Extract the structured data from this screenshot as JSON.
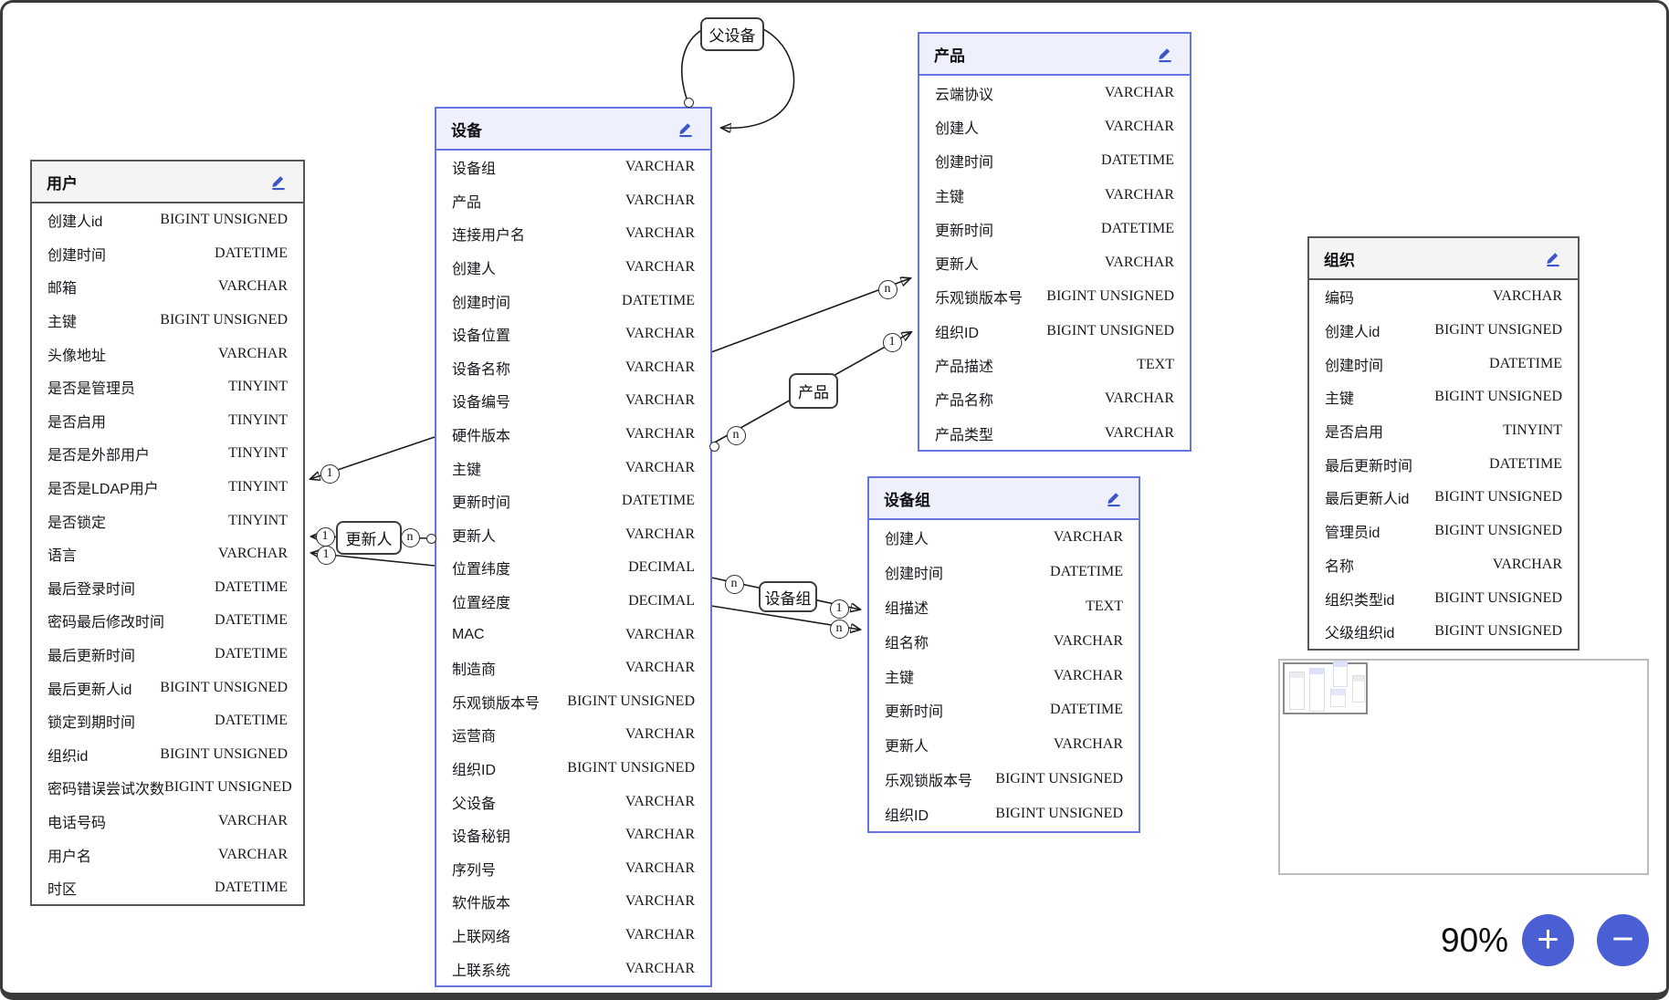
{
  "tables": [
    {
      "title": "用户",
      "fields": [
        {
          "name": "创建人id",
          "type": "BIGINT UNSIGNED"
        },
        {
          "name": "创建时间",
          "type": "DATETIME"
        },
        {
          "name": "邮箱",
          "type": "VARCHAR"
        },
        {
          "name": "主键",
          "type": "BIGINT UNSIGNED"
        },
        {
          "name": "头像地址",
          "type": "VARCHAR"
        },
        {
          "name": "是否是管理员",
          "type": "TINYINT"
        },
        {
          "name": "是否启用",
          "type": "TINYINT"
        },
        {
          "name": "是否是外部用户",
          "type": "TINYINT"
        },
        {
          "name": "是否是LDAP用户",
          "type": "TINYINT"
        },
        {
          "name": "是否锁定",
          "type": "TINYINT"
        },
        {
          "name": "语言",
          "type": "VARCHAR"
        },
        {
          "name": "最后登录时间",
          "type": "DATETIME"
        },
        {
          "name": "密码最后修改时间",
          "type": "DATETIME"
        },
        {
          "name": "最后更新时间",
          "type": "DATETIME"
        },
        {
          "name": "最后更新人id",
          "type": "BIGINT UNSIGNED"
        },
        {
          "name": "锁定到期时间",
          "type": "DATETIME"
        },
        {
          "name": "组织id",
          "type": "BIGINT UNSIGNED"
        },
        {
          "name": "密码错误尝试次数",
          "type": "BIGINT UNSIGNED"
        },
        {
          "name": "电话号码",
          "type": "VARCHAR"
        },
        {
          "name": "用户名",
          "type": "VARCHAR"
        },
        {
          "name": "时区",
          "type": "DATETIME"
        }
      ]
    },
    {
      "title": "设备",
      "fields": [
        {
          "name": "设备组",
          "type": "VARCHAR"
        },
        {
          "name": "产品",
          "type": "VARCHAR"
        },
        {
          "name": "连接用户名",
          "type": "VARCHAR"
        },
        {
          "name": "创建人",
          "type": "VARCHAR"
        },
        {
          "name": "创建时间",
          "type": "DATETIME"
        },
        {
          "name": "设备位置",
          "type": "VARCHAR"
        },
        {
          "name": "设备名称",
          "type": "VARCHAR"
        },
        {
          "name": "设备编号",
          "type": "VARCHAR"
        },
        {
          "name": "硬件版本",
          "type": "VARCHAR"
        },
        {
          "name": "主键",
          "type": "VARCHAR"
        },
        {
          "name": "更新时间",
          "type": "DATETIME"
        },
        {
          "name": "更新人",
          "type": "VARCHAR"
        },
        {
          "name": "位置纬度",
          "type": "DECIMAL"
        },
        {
          "name": "位置经度",
          "type": "DECIMAL"
        },
        {
          "name": "MAC",
          "type": "VARCHAR"
        },
        {
          "name": "制造商",
          "type": "VARCHAR"
        },
        {
          "name": "乐观锁版本号",
          "type": "BIGINT UNSIGNED"
        },
        {
          "name": "运营商",
          "type": "VARCHAR"
        },
        {
          "name": "组织ID",
          "type": "BIGINT UNSIGNED"
        },
        {
          "name": "父设备",
          "type": "VARCHAR"
        },
        {
          "name": "设备秘钥",
          "type": "VARCHAR"
        },
        {
          "name": "序列号",
          "type": "VARCHAR"
        },
        {
          "name": "软件版本",
          "type": "VARCHAR"
        },
        {
          "name": "上联网络",
          "type": "VARCHAR"
        },
        {
          "name": "上联系统",
          "type": "VARCHAR"
        }
      ]
    },
    {
      "title": "产品",
      "fields": [
        {
          "name": "云端协议",
          "type": "VARCHAR"
        },
        {
          "name": "创建人",
          "type": "VARCHAR"
        },
        {
          "name": "创建时间",
          "type": "DATETIME"
        },
        {
          "name": "主键",
          "type": "VARCHAR"
        },
        {
          "name": "更新时间",
          "type": "DATETIME"
        },
        {
          "name": "更新人",
          "type": "VARCHAR"
        },
        {
          "name": "乐观锁版本号",
          "type": "BIGINT UNSIGNED"
        },
        {
          "name": "组织ID",
          "type": "BIGINT UNSIGNED"
        },
        {
          "name": "产品描述",
          "type": "TEXT"
        },
        {
          "name": "产品名称",
          "type": "VARCHAR"
        },
        {
          "name": "产品类型",
          "type": "VARCHAR"
        }
      ]
    },
    {
      "title": "设备组",
      "fields": [
        {
          "name": "创建人",
          "type": "VARCHAR"
        },
        {
          "name": "创建时间",
          "type": "DATETIME"
        },
        {
          "name": "组描述",
          "type": "TEXT"
        },
        {
          "name": "组名称",
          "type": "VARCHAR"
        },
        {
          "name": "主键",
          "type": "VARCHAR"
        },
        {
          "name": "更新时间",
          "type": "DATETIME"
        },
        {
          "name": "更新人",
          "type": "VARCHAR"
        },
        {
          "name": "乐观锁版本号",
          "type": "BIGINT UNSIGNED"
        },
        {
          "name": "组织ID",
          "type": "BIGINT UNSIGNED"
        }
      ]
    },
    {
      "title": "组织",
      "fields": [
        {
          "name": "编码",
          "type": "VARCHAR"
        },
        {
          "name": "创建人id",
          "type": "BIGINT UNSIGNED"
        },
        {
          "name": "创建时间",
          "type": "DATETIME"
        },
        {
          "name": "主键",
          "type": "BIGINT UNSIGNED"
        },
        {
          "name": "是否启用",
          "type": "TINYINT"
        },
        {
          "name": "最后更新时间",
          "type": "DATETIME"
        },
        {
          "name": "最后更新人id",
          "type": "BIGINT UNSIGNED"
        },
        {
          "name": "管理员id",
          "type": "BIGINT UNSIGNED"
        },
        {
          "name": "名称",
          "type": "VARCHAR"
        },
        {
          "name": "组织类型id",
          "type": "BIGINT UNSIGNED"
        },
        {
          "name": "父级组织id",
          "type": "BIGINT UNSIGNED"
        }
      ]
    }
  ],
  "edge_labels": [
    {
      "text": "父设备"
    },
    {
      "text": "更新人"
    },
    {
      "text": "产品"
    },
    {
      "text": "设备组"
    }
  ],
  "connectors": [
    {
      "label": "1"
    },
    {
      "label": "1"
    },
    {
      "label": "1"
    },
    {
      "label": "n"
    },
    {
      "label": "n"
    },
    {
      "label": "n"
    },
    {
      "label": "1"
    },
    {
      "label": "n"
    },
    {
      "label": "1"
    },
    {
      "label": "n"
    }
  ],
  "zoom_controls": {
    "level": "90%",
    "zoom_in_label": "+",
    "zoom_out_label": "−"
  },
  "colors": {
    "accent_blue": "#4a5fd3",
    "entity_blue_border": "#6674e2",
    "entity_blue_header": "#eef0fc",
    "entity_gray_border": "#54565c",
    "entity_gray_header": "#f4f4f5",
    "edit_icon_blue": "#3a56c9"
  }
}
